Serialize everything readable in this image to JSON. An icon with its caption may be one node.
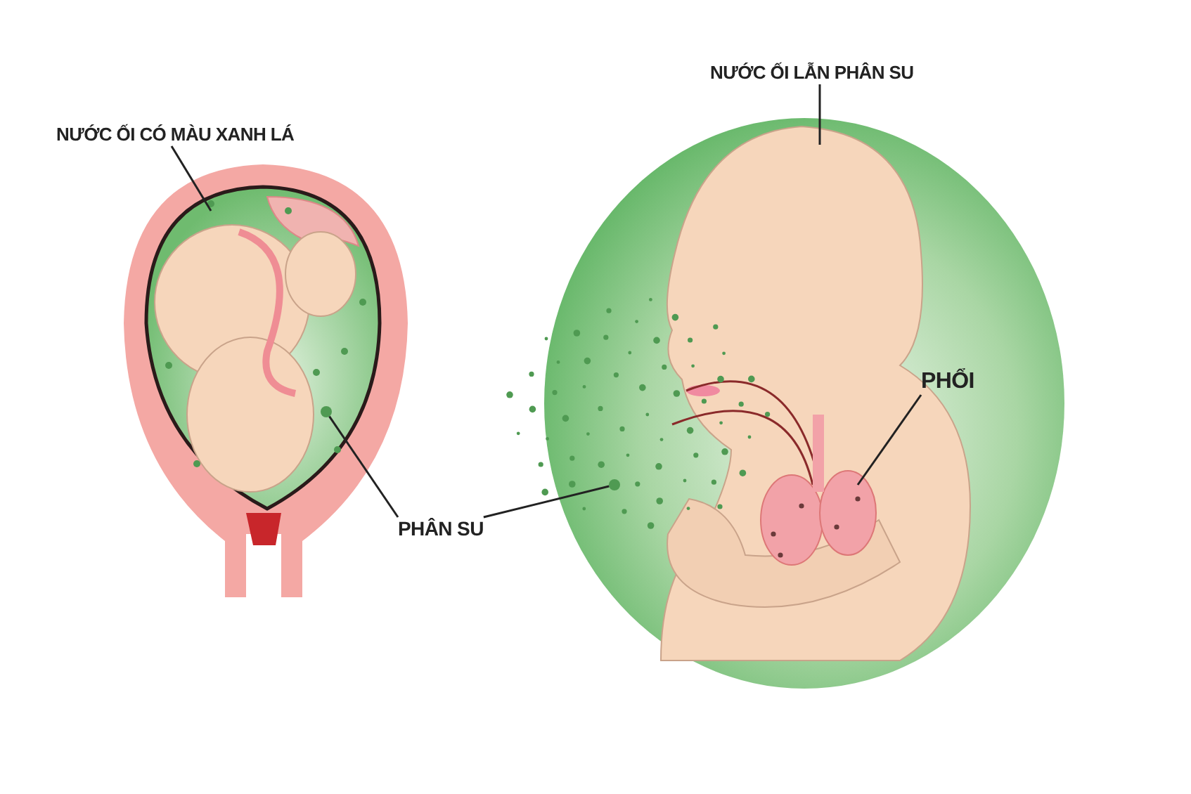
{
  "diagram": {
    "nodes": [
      {
        "text": [
          "NƯỚC ỐI CÓ MÀU XANH LÁ"
        ]
      },
      {
        "text": [
          "PHÂN SU"
        ]
      },
      {
        "text": [
          "NƯỚC ỐI LẪN PHÂN SU"
        ]
      },
      {
        "text": [
          "PHỔI"
        ],
        "in": 7
      },
      {
        "text": [],
        "shape": "picture"
      },
      {
        "text": [],
        "shape": "circle",
        "in": 4
      },
      {
        "text": [],
        "shape": "circle",
        "in": 7
      },
      {
        "text": [],
        "shape": "picture"
      },
      {
        "text": [],
        "shape": "picture",
        "in": 7
      }
    ],
    "edges": [
      {
        "from": 0,
        "to": 4,
        "arrow": "none"
      },
      {
        "from": 1,
        "to": 5,
        "arrow": "none"
      },
      {
        "from": 1,
        "to": 6,
        "arrow": "none"
      },
      {
        "from": 2,
        "to": 7,
        "arrow": "none"
      },
      {
        "from": 3,
        "to": 8,
        "arrow": "none"
      }
    ]
  }
}
